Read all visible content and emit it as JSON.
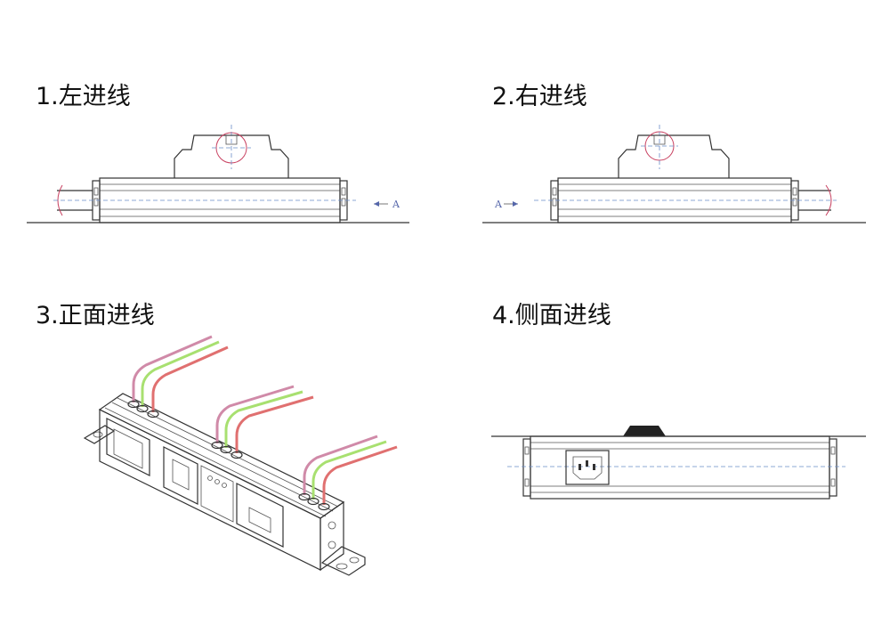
{
  "captions": {
    "left_entry": "1.左进线",
    "right_entry": "2.右进线",
    "front_entry": "3.正面进线",
    "side_entry": "4.侧面进线"
  },
  "view_labels": {
    "left_view_arrow": "A",
    "right_view_arrow": "A"
  },
  "colors": {
    "wire_red": "#e07070",
    "wire_green": "#a8e070",
    "wire_pink": "#d08aa8",
    "outline": "#333333",
    "centerline": "#6a8cc8"
  }
}
